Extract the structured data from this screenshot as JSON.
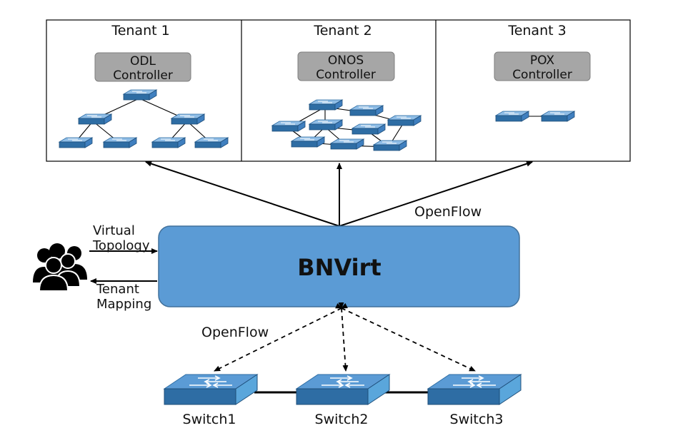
{
  "colors": {
    "bnvirt_fill": "#5b9bd5",
    "bnvirt_stroke": "#41719c",
    "controller_fill": "#a6a6a6",
    "switch_top": "#5b9bd5",
    "switch_side": "#2e6da4",
    "line": "#000000"
  },
  "tenants": [
    {
      "title": "Tenant 1",
      "controller_line1": "ODL",
      "controller_line2": "Controller"
    },
    {
      "title": "Tenant 2",
      "controller_line1": "ONOS",
      "controller_line2": "Controller"
    },
    {
      "title": "Tenant 3",
      "controller_line1": "POX",
      "controller_line2": "Controller"
    }
  ],
  "core": {
    "label": "BNVirt"
  },
  "openflow_upper": "OpenFlow",
  "openflow_lower": "OpenFlow",
  "users": {
    "icon": "users-group-icon",
    "input_line1": "Virtual",
    "input_line2": "Topology",
    "output_line1": "Tenant",
    "output_line2": "Mapping"
  },
  "switches": [
    {
      "label": "Switch1"
    },
    {
      "label": "Switch2"
    },
    {
      "label": "Switch3"
    }
  ]
}
